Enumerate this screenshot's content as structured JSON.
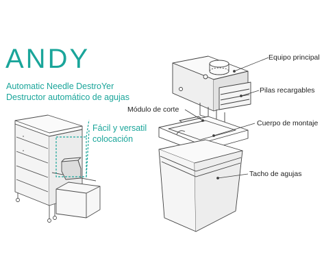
{
  "header": {
    "title": "ANDY",
    "subtitle_en": "Automatic Needle DestroYer",
    "subtitle_es": "Destructor automático de agujas"
  },
  "cart_callout": {
    "line1": "Fácil y versatil",
    "line2": "colocación"
  },
  "parts": {
    "equipo_principal": "Equipo principal",
    "pilas_recargables": "Pilas recargables",
    "modulo_de_corte": "Módulo de corte",
    "cuerpo_de_montaje": "Cuerpo de montaje",
    "tacho_de_agujas": "Tacho de agujas"
  },
  "colors": {
    "accent": "#1aa59a",
    "line_art": "#4a4a4a",
    "label_text": "#222222"
  }
}
